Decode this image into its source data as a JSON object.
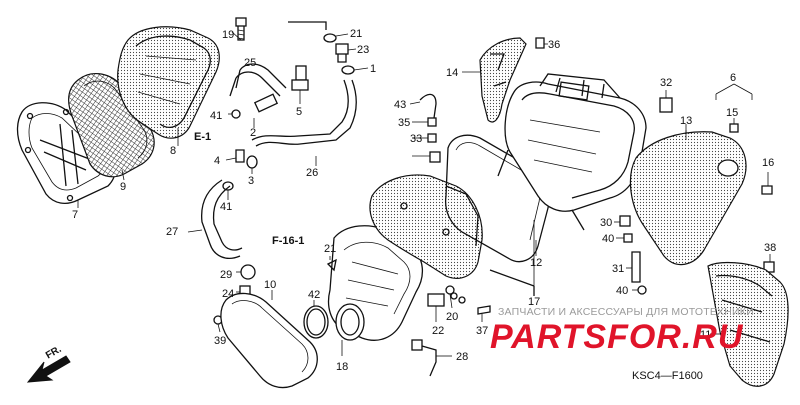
{
  "diagram": {
    "code": "KSC4—F1600",
    "front_label": "FR.",
    "refs": {
      "e1": "E-1",
      "f161": "F-16-1"
    },
    "callouts": {
      "p1": "1",
      "p2": "2",
      "p3": "3",
      "p4": "4",
      "p5": "5",
      "p6": "6",
      "p7": "7",
      "p8": "8",
      "p9": "9",
      "p10": "10",
      "p11": "11",
      "p12": "12",
      "p13": "13",
      "p14": "14",
      "p15": "15",
      "p16": "16",
      "p17": "17",
      "p18": "18",
      "p19": "19",
      "p20": "20",
      "p21a": "21",
      "p21b": "21",
      "p22": "22",
      "p23": "23",
      "p24": "24",
      "p25": "25",
      "p26": "26",
      "p27": "27",
      "p28": "28",
      "p29": "29",
      "p30": "30",
      "p31": "31",
      "p32": "32",
      "p33": "33",
      "p35": "35",
      "p36": "36",
      "p37": "37",
      "p38": "38",
      "p39": "39",
      "p40a": "40",
      "p40b": "40",
      "p41a": "41",
      "p41b": "41",
      "p42": "42",
      "p43": "43"
    }
  },
  "watermark": {
    "text": "ЗАПЧАСТИ И АКСЕССУАРЫ ДЛЯ МОТОТЕХНИКИ",
    "logo": "PARTSFOR.RU"
  },
  "colors": {
    "ink": "#111111",
    "watermark_text": "#9a9a9a",
    "watermark_logo": "#e0142a"
  }
}
